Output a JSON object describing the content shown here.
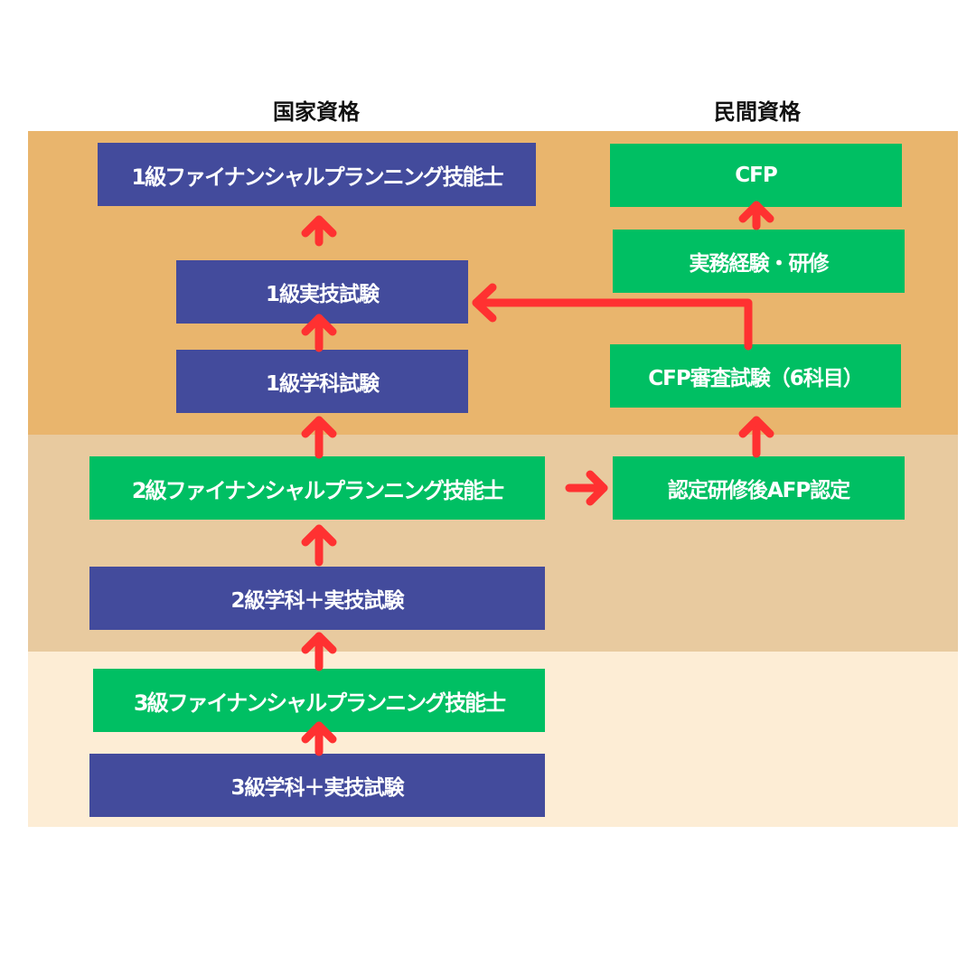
{
  "colors": {
    "band_top": "#e9b56d",
    "band_mid": "#e8ca9f",
    "band_bot": "#fdedd5",
    "navy": "#434b9c",
    "green": "#00bf63",
    "arrow": "#ff3131"
  },
  "headers": {
    "national": "国家資格",
    "private": "民間資格"
  },
  "national": {
    "fp1": "1級ファイナンシャルプランニング技能士",
    "exam1_practical": "1級実技試験",
    "exam1_academic": "1級学科試験",
    "fp2": "2級ファイナンシャルプランニング技能士",
    "exam2": "2級学科＋実技試験",
    "fp3": "3級ファイナンシャルプランニング技能士",
    "exam3": "3級学科＋実技試験"
  },
  "private": {
    "cfp": "CFP",
    "experience": "実務経験・研修",
    "cfp_exam": "CFP審査試験（6科目）",
    "afp": "認定研修後AFP認定"
  }
}
